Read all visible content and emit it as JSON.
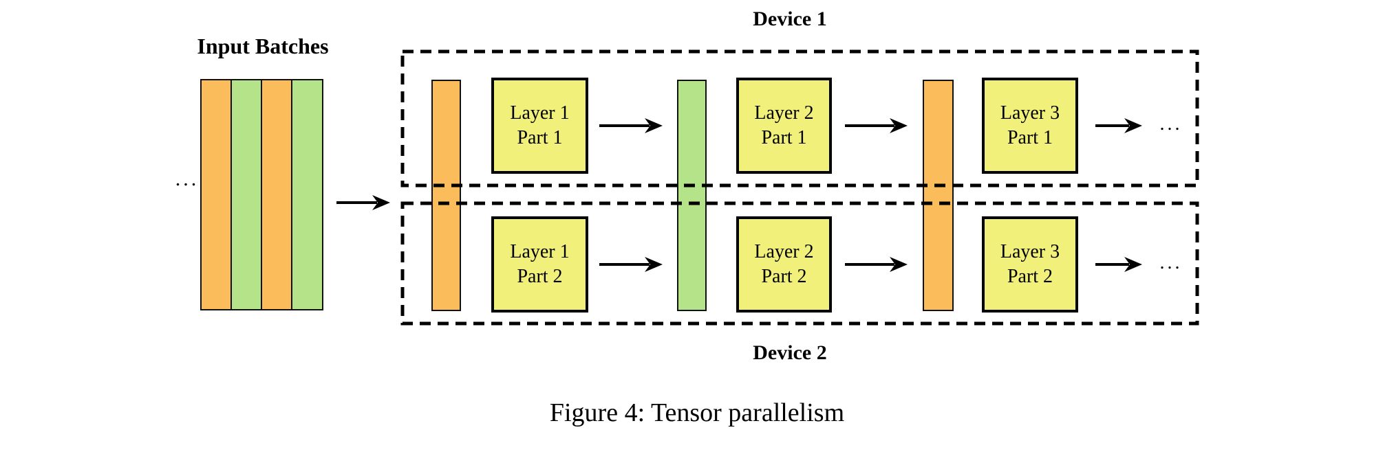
{
  "caption": "Figure 4: Tensor parallelism",
  "input_batches": {
    "label": "Input Batches",
    "ellipsis": "...",
    "bar_colors": [
      "#FBBD5C",
      "#B4E38A",
      "#FBBD5C",
      "#B4E38A"
    ]
  },
  "device1": {
    "label": "Device 1",
    "ellipsis": "...",
    "boxes": [
      {
        "line1": "Layer 1",
        "line2": "Part 1"
      },
      {
        "line1": "Layer 2",
        "line2": "Part 1"
      },
      {
        "line1": "Layer 3",
        "line2": "Part 1"
      }
    ]
  },
  "device2": {
    "label": "Device 2",
    "ellipsis": "...",
    "boxes": [
      {
        "line1": "Layer 1",
        "line2": "Part 2"
      },
      {
        "line1": "Layer 2",
        "line2": "Part 2"
      },
      {
        "line1": "Layer 3",
        "line2": "Part 2"
      }
    ]
  },
  "colors": {
    "orange": "#FBBD5C",
    "green": "#B4E38A",
    "yellow": "#F0F07A",
    "line": "#000000"
  }
}
